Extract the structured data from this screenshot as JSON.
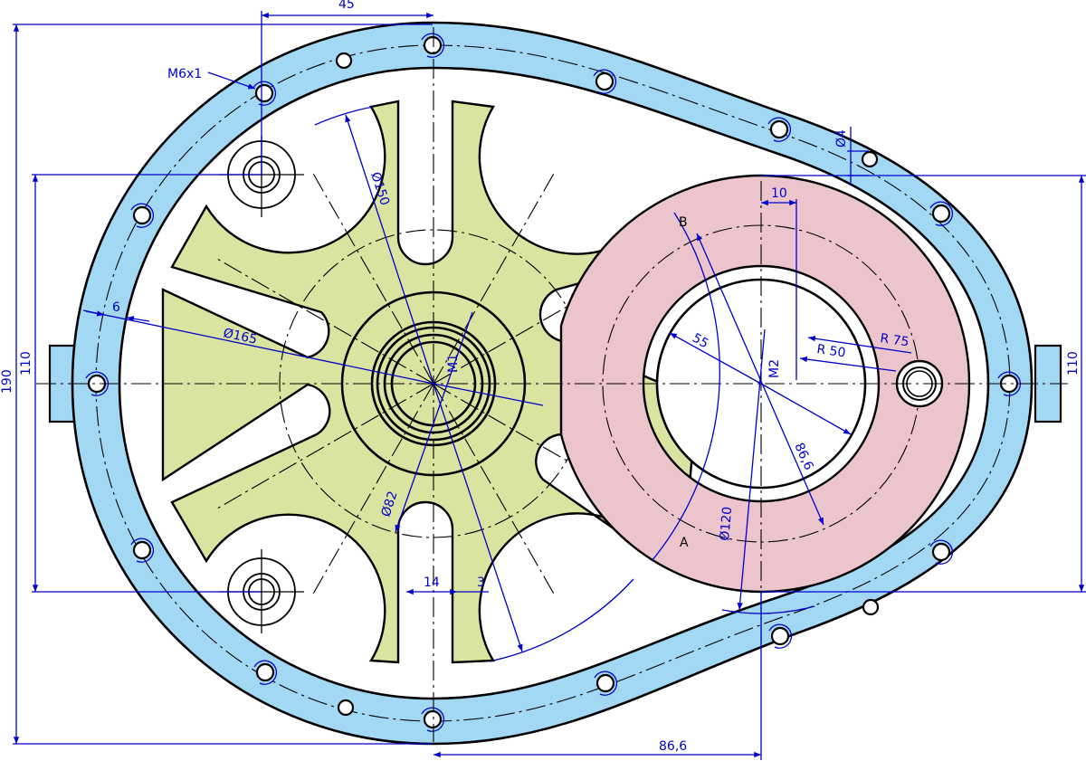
{
  "drawing": {
    "title": "Geneva drive housing – technical drawing",
    "colors": {
      "housing": "#a3d8f4",
      "geneva_wheel": "#dbe3a0",
      "driver_ring": "#ecc4cc",
      "dimension": "#0000cc",
      "outline": "#000000",
      "background": "#ffffff"
    },
    "centers": {
      "m1": "M1",
      "m2": "M2"
    },
    "points": {
      "a": "A",
      "b": "B"
    },
    "dimensions": {
      "top_offset": "45",
      "thread": "M6x1",
      "hole_dia": "Ø4",
      "slot_offset": "10",
      "r_inner": "R 50",
      "r_outer": "R 75",
      "wall": "6",
      "dia_165": "Ø165",
      "dia_150": "Ø150",
      "dia_82": "Ø82",
      "dia_120": "Ø120",
      "radius_55": "55",
      "dist_86_6_diag": "86,6",
      "slot_width": "14",
      "rim_width": "3",
      "height_total": "190",
      "height_left": "110",
      "height_right": "110",
      "center_distance": "86,6"
    }
  }
}
